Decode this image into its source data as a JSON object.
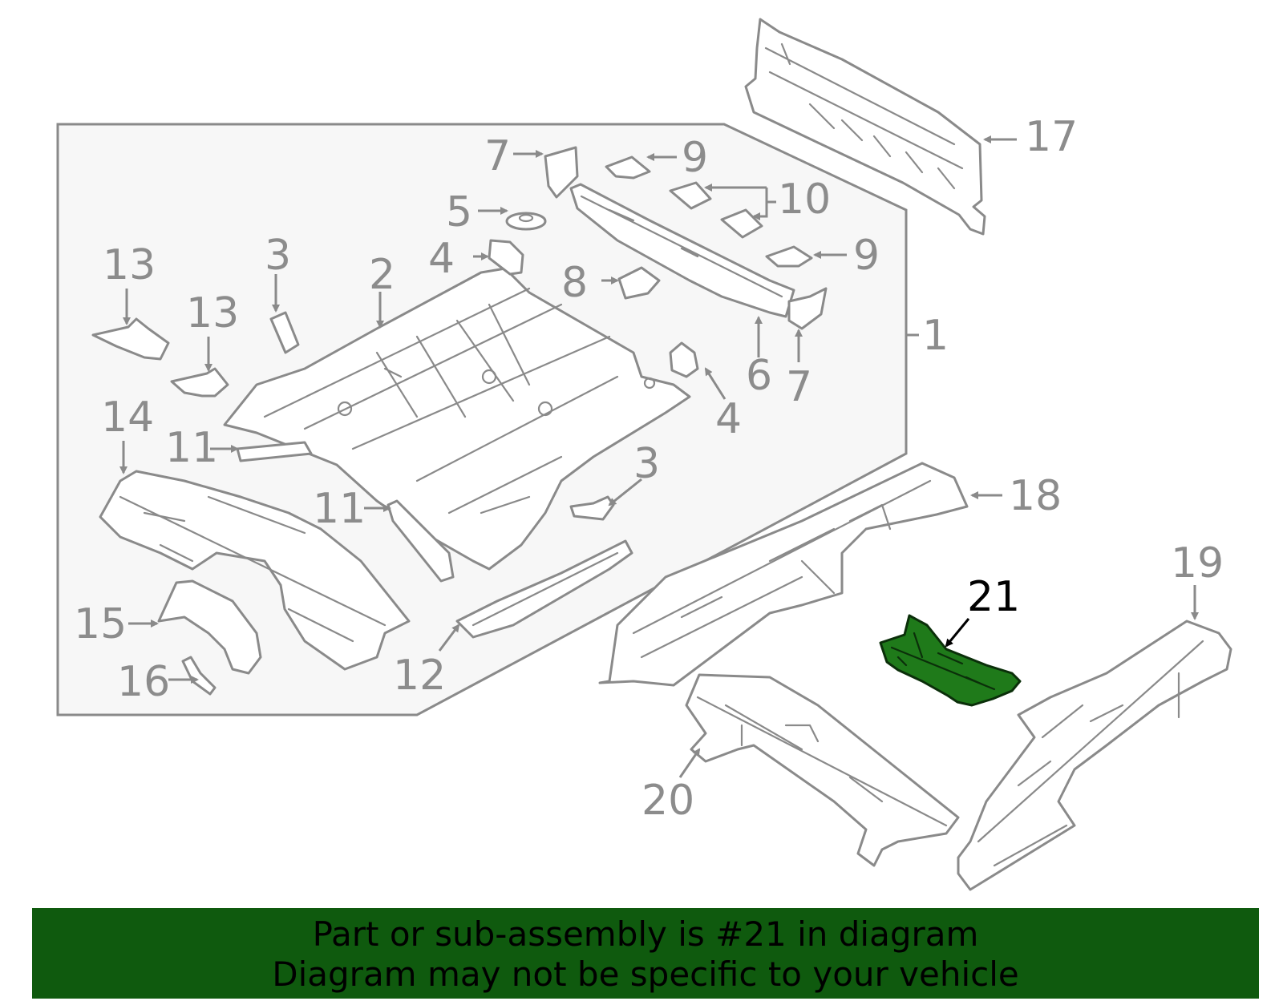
{
  "callouts": {
    "c1": "1",
    "c2": "2",
    "c3a": "3",
    "c3b": "3",
    "c4a": "4",
    "c4b": "4",
    "c5": "5",
    "c6": "6",
    "c7a": "7",
    "c7b": "7",
    "c8": "8",
    "c9a": "9",
    "c9b": "9",
    "c10": "10",
    "c11a": "11",
    "c11b": "11",
    "c12": "12",
    "c13a": "13",
    "c13b": "13",
    "c14": "14",
    "c15": "15",
    "c16": "16",
    "c17": "17",
    "c18": "18",
    "c19": "19",
    "c20": "20",
    "c21": "21"
  },
  "highlight_part": "21",
  "colors": {
    "highlight_fill": "#1f7a1a",
    "banner_bg": "#0f5a0e",
    "callout_gray": "#8c8c8c",
    "panel_bg": "#f7f7f7"
  },
  "banner": {
    "line1": "Part or sub-assembly is #21 in diagram",
    "line2": "Diagram may not be specific to your vehicle"
  }
}
